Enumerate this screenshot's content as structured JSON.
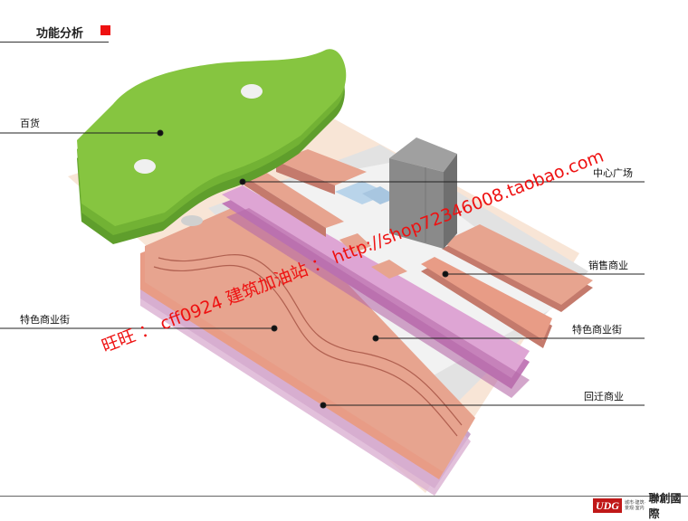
{
  "header": {
    "title": "功能分析"
  },
  "labels": {
    "department_store": "百货",
    "central_plaza": "中心广场",
    "sales_commercial": "销售商业",
    "feature_street_right": "特色商业街",
    "feature_street_left": "特色商业街",
    "relocation_commercial": "回迁商业"
  },
  "watermark": {
    "text": "旺旺 ： cff0924  建筑加油站 ： http://shop72346008.taobao.com"
  },
  "logo": {
    "mark": "UDG",
    "small_text": "城市·建筑·景观·室内",
    "name": "聯創國際"
  },
  "colors": {
    "green_roof": "#86c540",
    "salmon": "#e49a86",
    "pink_side": "#d8a3c8",
    "plaza_beige": "#f5dcc8",
    "tower_gray": "#8a8a8a",
    "blue_pavilion": "#b9d4ea",
    "accent_red": "#ee1111"
  }
}
